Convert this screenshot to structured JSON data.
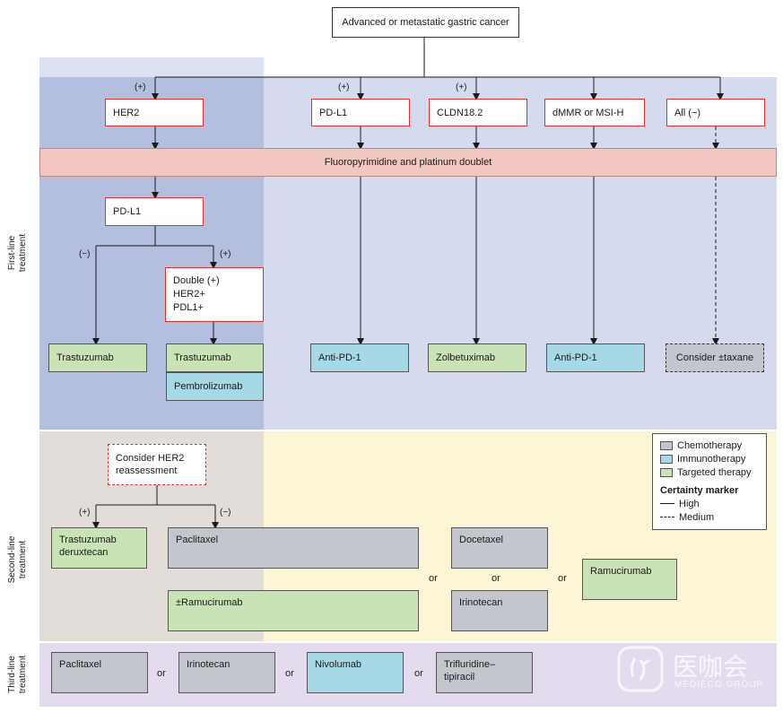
{
  "root": "Advanced or metastatic gastric cancer",
  "markers": {
    "pos": "(+)",
    "neg": "(−)"
  },
  "biomarkers": [
    "HER2",
    "PD-L1",
    "CLDN18.2",
    "dMMR or MSI-H",
    "All (−)"
  ],
  "backbone": "Fluoropyrimidine and platinum doublet",
  "her2_branch": {
    "pdl1": "PD-L1",
    "double": [
      "Double (+)",
      "HER2+",
      "PDL1+"
    ],
    "neg_drug": "Trastuzumab",
    "pos_drug_1": "Trastuzumab",
    "pos_drug_2": "Pembrolizumab"
  },
  "first_line_drugs": [
    "Anti-PD-1",
    "Zolbetuximab",
    "Anti-PD-1",
    "Consider ±taxane"
  ],
  "second_line": {
    "reassess": [
      "Consider HER2",
      "reassessment"
    ],
    "tdxd": [
      "Trastuzumab",
      "deruxtecan"
    ],
    "paclitaxel": "Paclitaxel",
    "ramucirumab_combo": "±Ramucirumab",
    "docetaxel": "Docetaxel",
    "irinotecan": "Irinotecan",
    "ramucirumab": "Ramucirumab",
    "or": "or"
  },
  "third_line": {
    "drugs": [
      "Paclitaxel",
      "Irinotecan",
      "Nivolumab",
      "Trifluridine–tipiracil"
    ],
    "or": "or"
  },
  "line_labels": {
    "first": "First-line\ntreatment",
    "second": "Second-line\ntreatment",
    "third": "Third-line\ntreatment"
  },
  "legend": {
    "chemo": "Chemotherapy",
    "immuno": "Immunotherapy",
    "target": "Targeted therapy",
    "certainty_title": "Certainty marker",
    "high": "High",
    "medium": "Medium"
  },
  "colors": {
    "chemotherapy": "#c3c6cc",
    "immunotherapy": "#a6d8e6",
    "targeted": "#c9e2b6",
    "her2_zone": "#b4bfe0",
    "first_line_zone": "#d6daee",
    "second_line_zone": "#fdf6d6",
    "second_her2_zone": "#e2ddd8",
    "third_line_zone": "#e4dcee",
    "backbone": "#f2c6c1",
    "outline_red": "#e03030"
  },
  "watermark": {
    "cn": "医咖会",
    "en": "MEDIECO GROUP"
  }
}
